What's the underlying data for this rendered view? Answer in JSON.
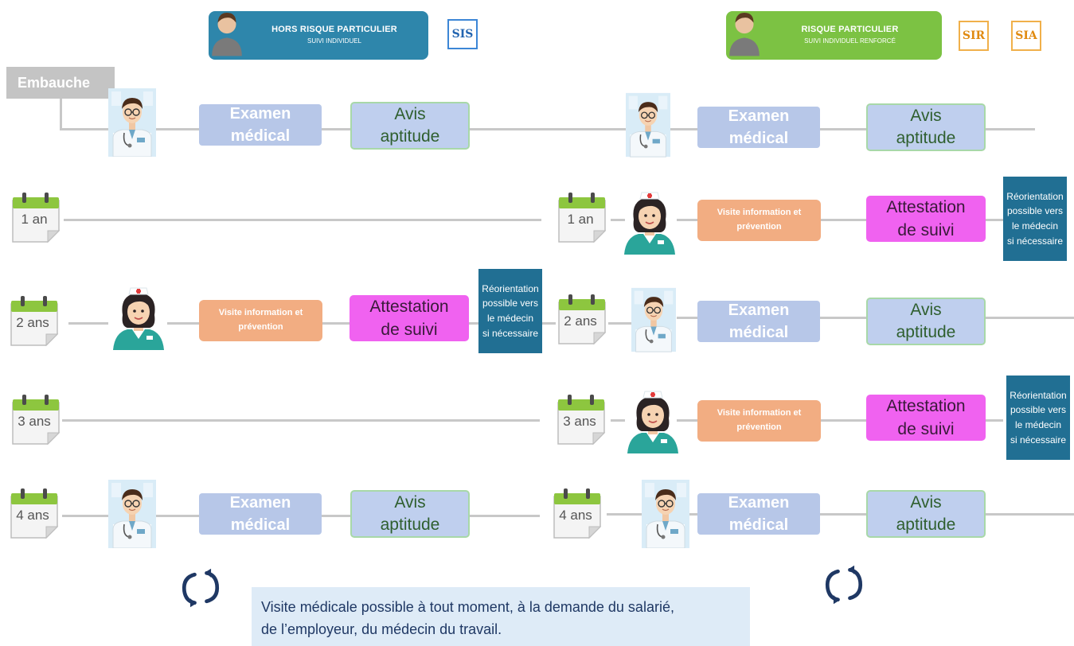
{
  "headers": {
    "left": {
      "title": "HORS RISQUE PARTICULIER",
      "subtitle": "SUIVI INDIVIDUEL",
      "color": "#2e86ab"
    },
    "right": {
      "title": "RISQUE PARTICULIER",
      "subtitle": "SUIVI INDIVIDUEL RENFORCÉ",
      "color": "#7cc243"
    }
  },
  "codes": {
    "sis": "SIS",
    "sir": "SIR",
    "sia": "SIA"
  },
  "embauche": "Embauche",
  "calendar": {
    "y1": "1 an",
    "y2": "2 ans",
    "y3": "3 ans",
    "y4": "4 ans"
  },
  "boxes": {
    "exam_line1": "Examen",
    "exam_line2": "médical",
    "avis_line1": "Avis",
    "avis_line2": "aptitude",
    "visit_line1": "Visite information et",
    "visit_line2": "prévention",
    "attest_line1": "Attestation",
    "attest_line2": "de suivi",
    "reor_line1": "Réorientation",
    "reor_line2": "possible vers",
    "reor_line3": "le médecin",
    "reor_line4": "si nécessaire"
  },
  "note": {
    "line1": "Visite médicale possible à tout moment, à la demande du salarié,",
    "line2": "de l’employeur, du médecin du travail."
  },
  "icons": [
    "person-icon",
    "doctor-icon",
    "nurse-icon",
    "calendar-icon",
    "refresh-icon"
  ]
}
